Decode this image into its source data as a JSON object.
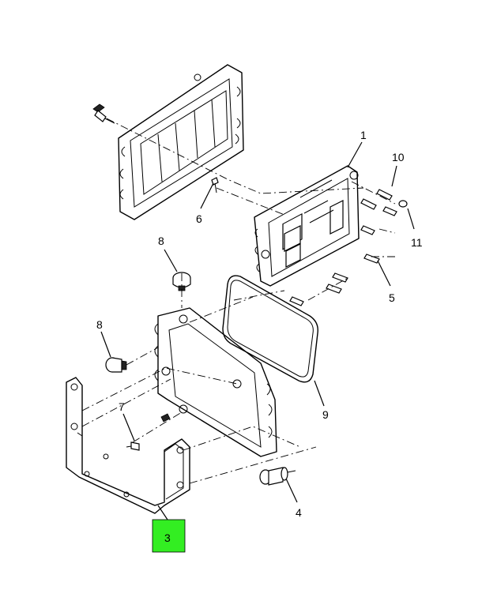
{
  "diagram": {
    "callouts": [
      {
        "id": "c1",
        "label": "1"
      },
      {
        "id": "c3",
        "label": "3"
      },
      {
        "id": "c4",
        "label": "4"
      },
      {
        "id": "c5",
        "label": "5"
      },
      {
        "id": "c6",
        "label": "6"
      },
      {
        "id": "c7",
        "label": "7"
      },
      {
        "id": "c8a",
        "label": "8"
      },
      {
        "id": "c8b",
        "label": "8"
      },
      {
        "id": "c9",
        "label": "9"
      },
      {
        "id": "c10",
        "label": "10"
      },
      {
        "id": "c11",
        "label": "11"
      }
    ],
    "highlight_color": "#33ee22"
  }
}
